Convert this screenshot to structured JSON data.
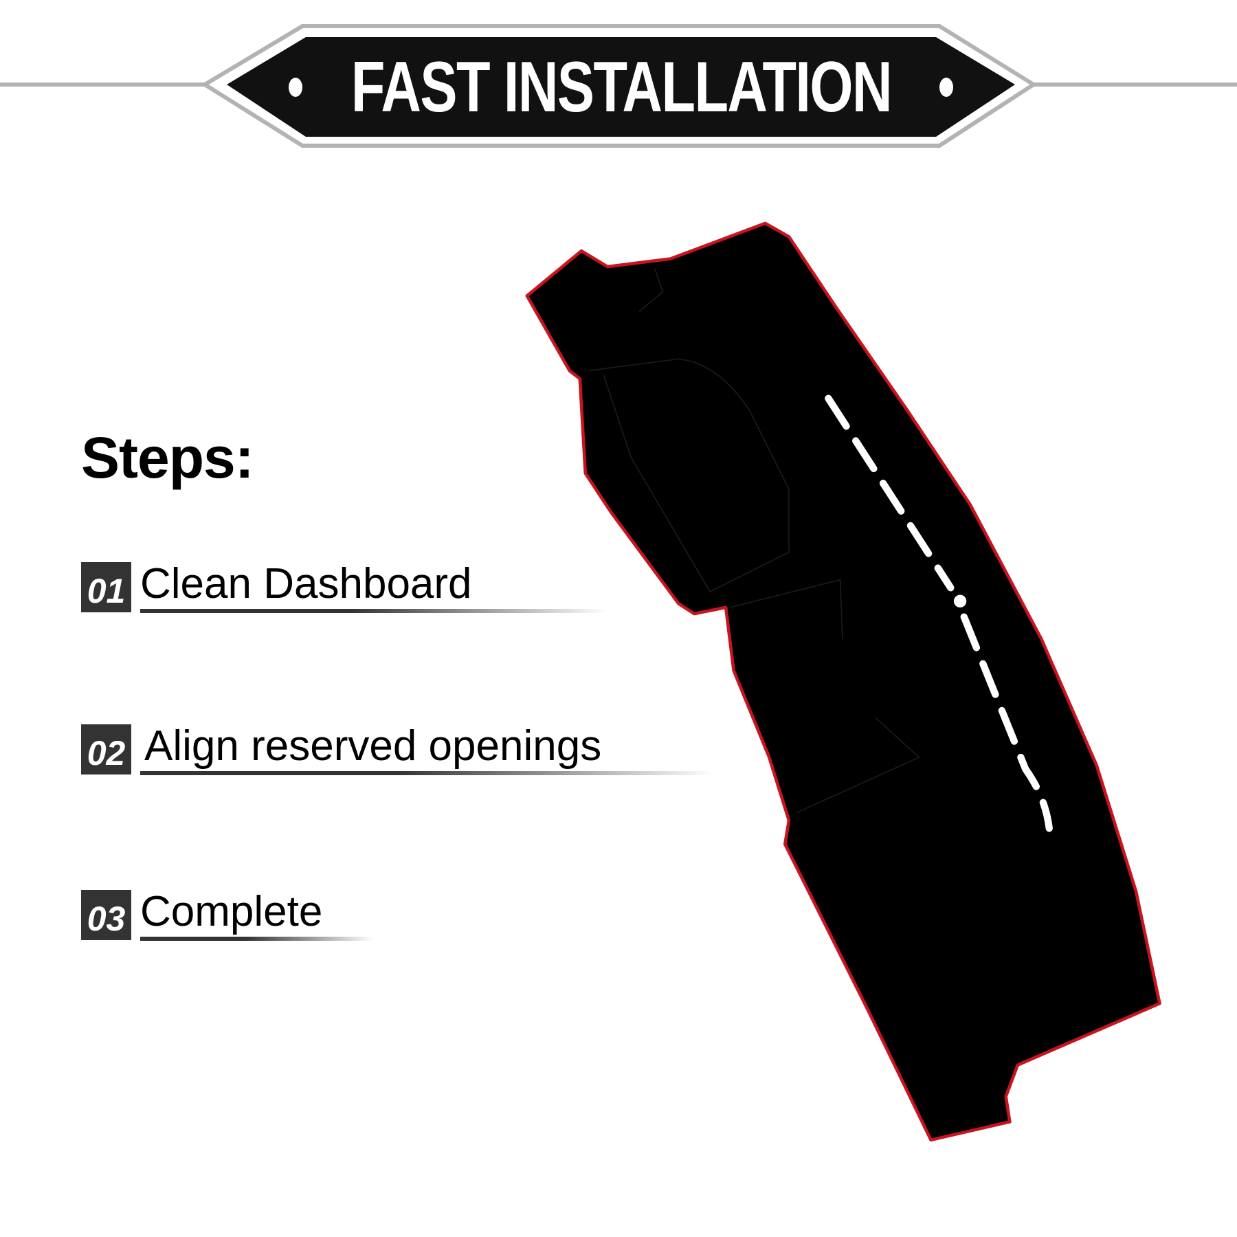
{
  "banner": {
    "title": "FAST INSTALLATION"
  },
  "steps": {
    "heading": "Steps:",
    "items": [
      {
        "number": "01",
        "label": "Clean Dashboard"
      },
      {
        "number": "02",
        "label": "Align reserved openings"
      },
      {
        "number": "03",
        "label": "Complete"
      }
    ]
  },
  "colors": {
    "banner": "#111111",
    "frame": "#b3b3b3",
    "mat": "#000000",
    "mat_edge": "#c8141e",
    "step_box": "#333333"
  }
}
